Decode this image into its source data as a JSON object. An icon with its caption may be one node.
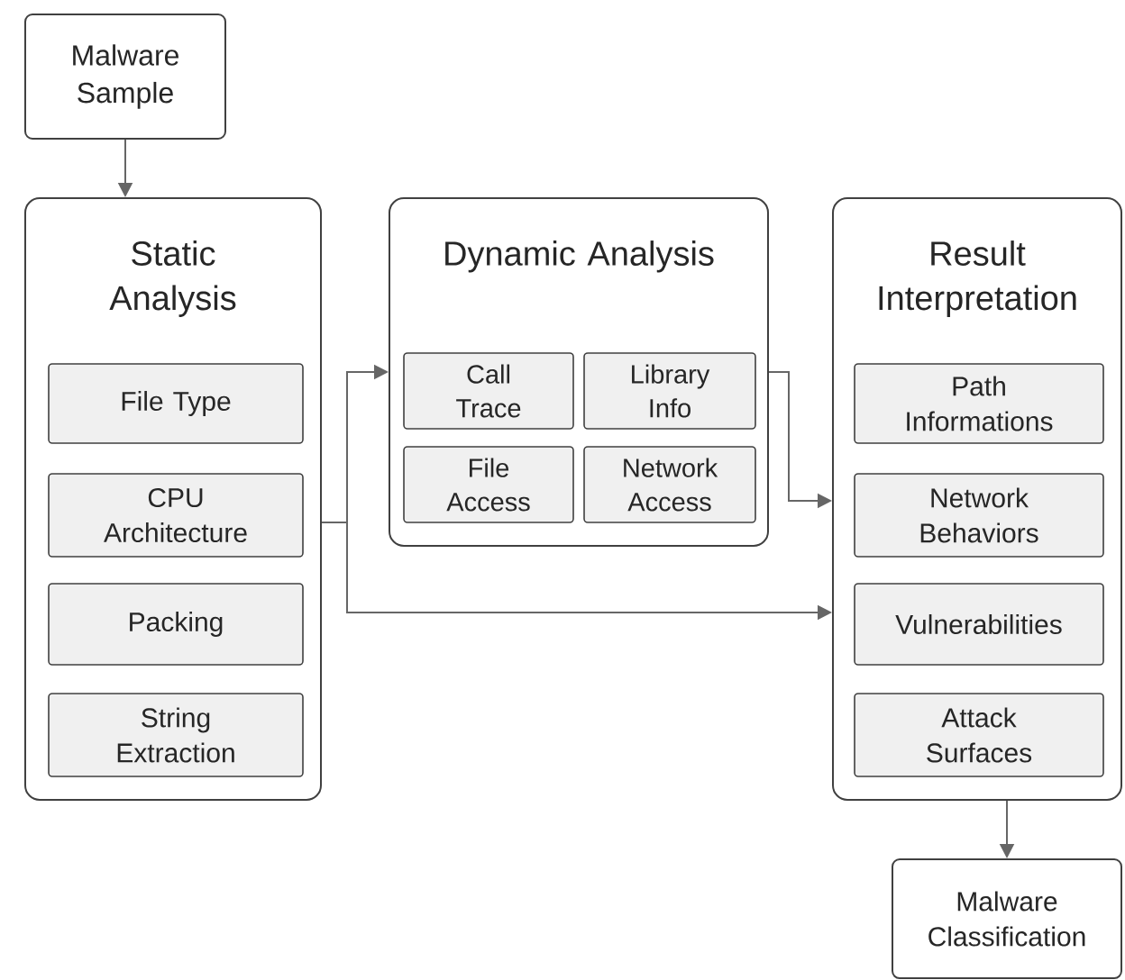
{
  "diagram": {
    "nodes": [
      {
        "text": [
          "Malware Sample"
        ]
      },
      {
        "text": [
          "Static Analysis"
        ]
      },
      {
        "text": [
          "File Type"
        ],
        "in": 1
      },
      {
        "text": [
          "CPU Architecture"
        ],
        "in": 1
      },
      {
        "text": [
          "Packing"
        ],
        "in": 1
      },
      {
        "text": [
          "String Extraction"
        ],
        "in": 1
      },
      {
        "text": [
          "Dynamic Analysis"
        ]
      },
      {
        "text": [
          "Call Trace"
        ],
        "in": 6
      },
      {
        "text": [
          "Library Info"
        ],
        "in": 6
      },
      {
        "text": [
          "File Access"
        ],
        "in": 6
      },
      {
        "text": [
          "Network Access"
        ],
        "in": 6
      },
      {
        "text": [
          "Result Interpretation"
        ]
      },
      {
        "text": [
          "Path Informations"
        ],
        "in": 11
      },
      {
        "text": [
          "Network Behaviors"
        ],
        "in": 11
      },
      {
        "text": [
          "Vulnerabilities"
        ],
        "in": 11
      },
      {
        "text": [
          "Attack Surfaces"
        ],
        "in": 11
      },
      {
        "text": [
          "Malware Classification"
        ]
      }
    ],
    "edges": [
      {
        "from": 0,
        "to": 1,
        "arrow": "to"
      },
      {
        "from": 1,
        "to": 6,
        "arrow": "to"
      },
      {
        "from": 1,
        "to": 11,
        "arrow": "to"
      },
      {
        "from": 6,
        "to": 11,
        "arrow": "to"
      },
      {
        "from": 11,
        "to": 16,
        "arrow": "to"
      }
    ]
  }
}
